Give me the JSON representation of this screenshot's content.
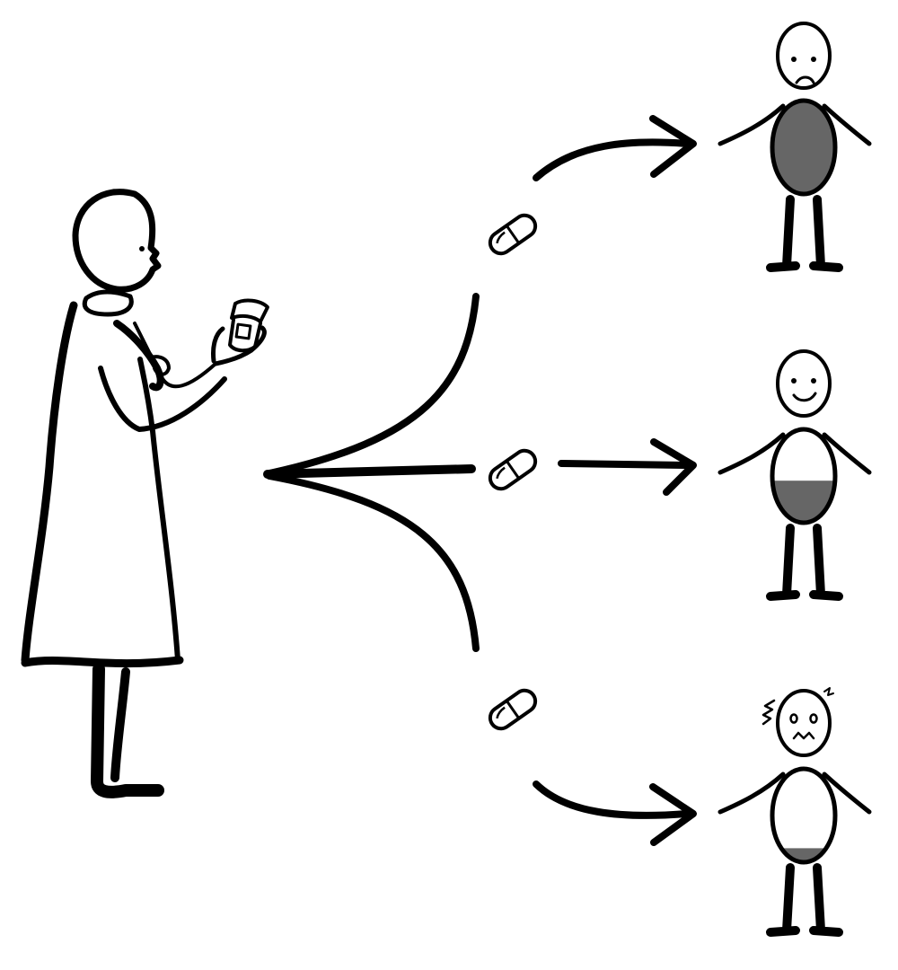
{
  "colors": {
    "ink": "#000000",
    "fill": "#666666",
    "paper": "#ffffff"
  },
  "figures": {
    "doctor": {
      "icon": "doctor-holding-pill-bottle-icon"
    },
    "pills": [
      {
        "icon": "pill-capsule-icon"
      },
      {
        "icon": "pill-capsule-icon"
      },
      {
        "icon": "pill-capsule-icon"
      }
    ],
    "patients": [
      {
        "icon": "sad-face-icon",
        "expression": "sad",
        "fill_level": 1.0
      },
      {
        "icon": "happy-face-icon",
        "expression": "happy",
        "fill_level": 0.45
      },
      {
        "icon": "distressed-face-icon",
        "expression": "distressed",
        "fill_level": 0.15
      }
    ]
  }
}
